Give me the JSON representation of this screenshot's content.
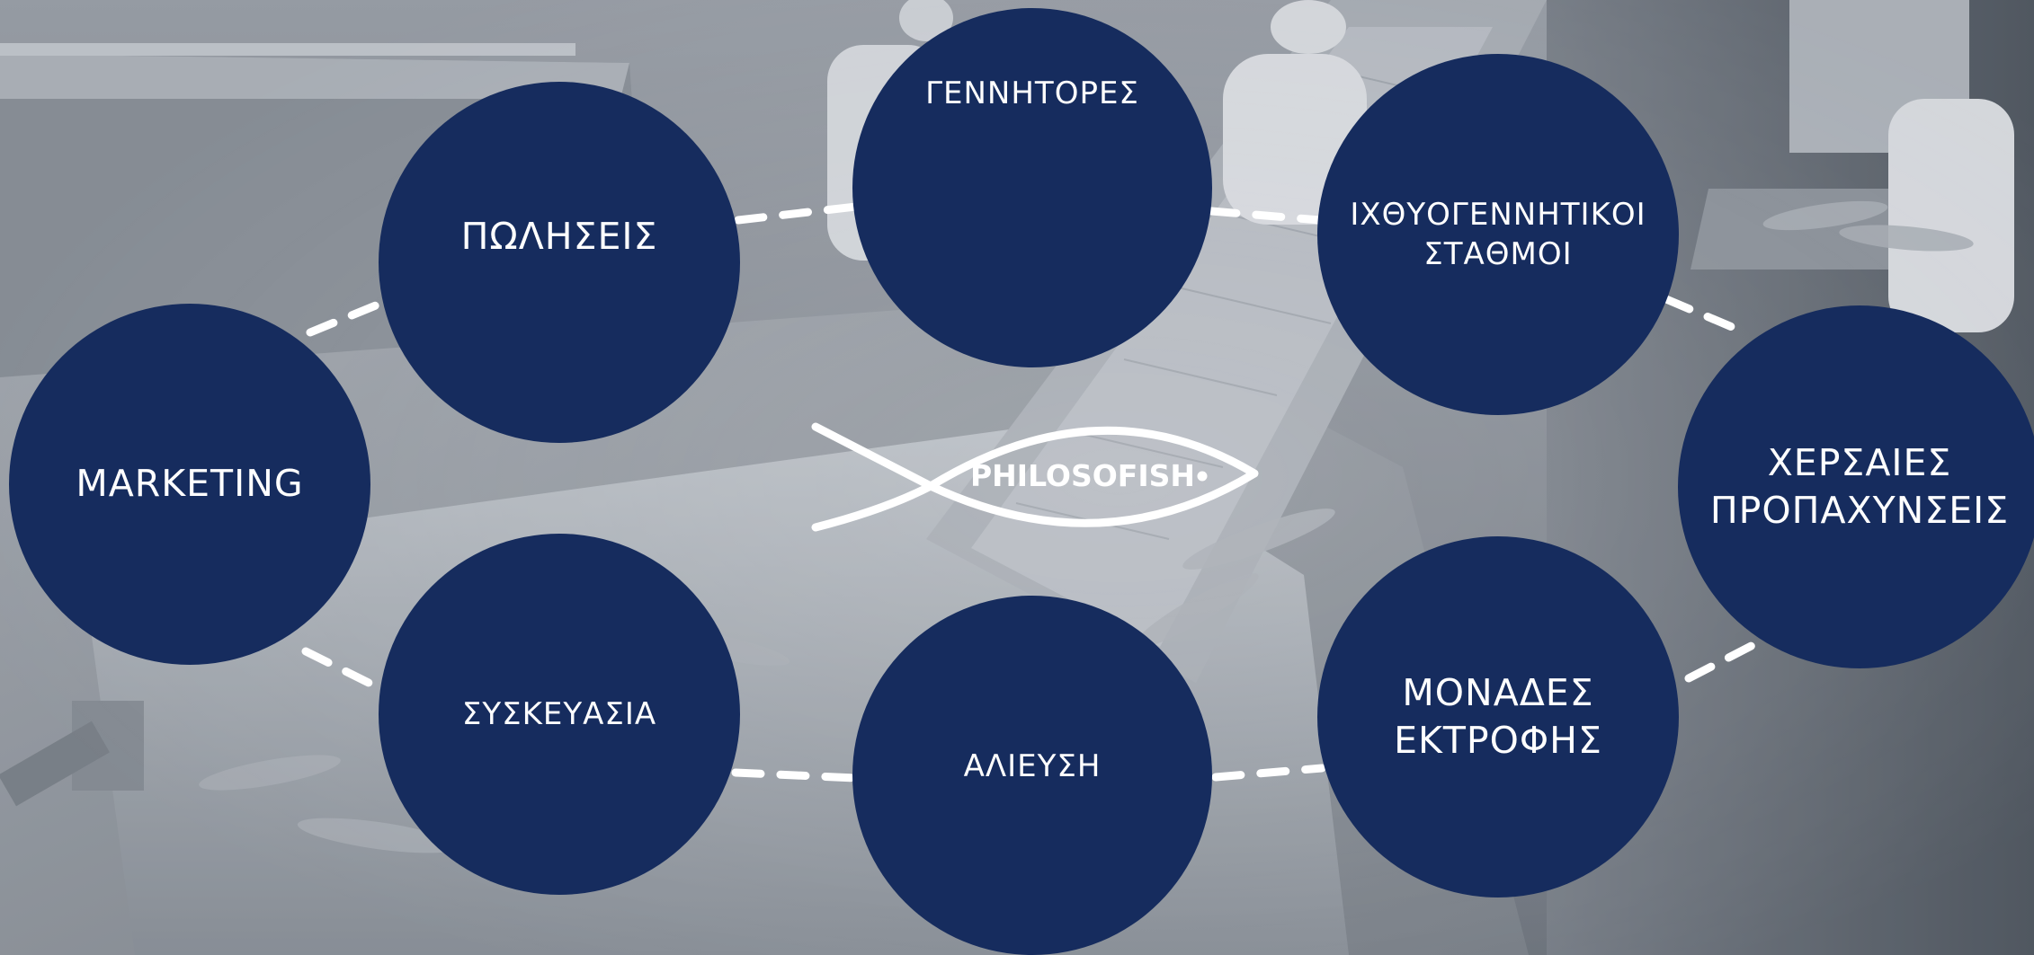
{
  "brand": {
    "logo_text": "PHILOSOFISH",
    "circle_color": "#162c5e",
    "connector_color": "#ffffff"
  },
  "cycle": {
    "nodes": [
      {
        "id": "gennitores",
        "label": "ΓΕΝΝΗΤΟΡΕΣ"
      },
      {
        "id": "ixthyo",
        "label": "ΙΧΘΥΟΓΕΝΝΗΤΙΚΟΙ\nΣΤΑΘΜΟΙ"
      },
      {
        "id": "xersaies",
        "label": "ΧΕΡΣΑΙΕΣ\nΠΡΟΠΑΧΥΝΣΕΙΣ"
      },
      {
        "id": "monades",
        "label": "ΜΟΝΑΔΕΣ\nΕΚΤΡΟΦΗΣ"
      },
      {
        "id": "alieusi",
        "label": "ΑΛΙΕΥΣΗ"
      },
      {
        "id": "syskeuasia",
        "label": "ΣΥΣΚΕΥΑΣΙΑ"
      },
      {
        "id": "marketing",
        "label": "MARKETING"
      },
      {
        "id": "poliseis",
        "label": "ΠΩΛΗΣΕΙΣ"
      }
    ]
  }
}
